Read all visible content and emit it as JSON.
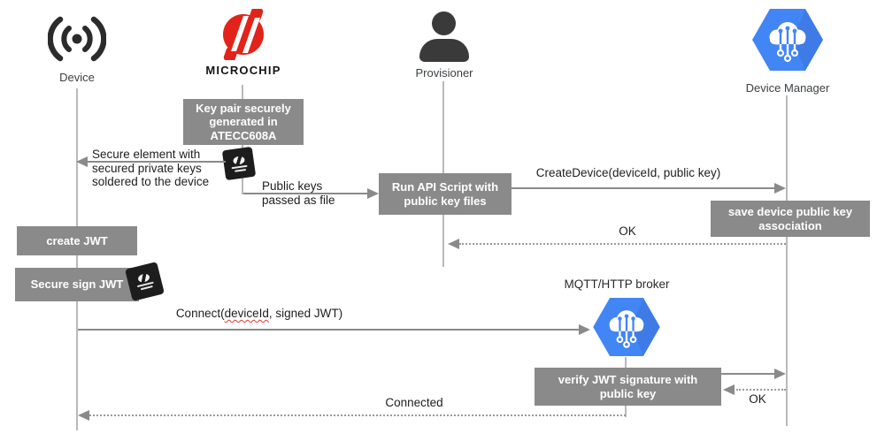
{
  "actors": {
    "device": "Device",
    "microchip": "MICROCHIP",
    "provisioner": "Provisioner",
    "device_manager": "Device Manager",
    "broker": "MQTT/HTTP broker"
  },
  "steps": {
    "key_pair": "Key pair securely\ngenerated in\nATECC608A",
    "run_api": "Run API Script with\npublic key files",
    "save_assoc": "save device public key\nassociation",
    "create_jwt": "create JWT",
    "secure_sign": "Secure sign JWT",
    "verify_jwt": "verify JWT signature with\npublic key"
  },
  "messages": {
    "secure_element": "Secure element with\nsecured private keys\nsoldered to the device",
    "public_keys": "Public keys\npassed as file",
    "create_device": "CreateDevice(deviceId, public key)",
    "ok_save": "OK",
    "connect_prefix": "Connect(",
    "connect_device_id": "deviceId",
    "connect_suffix": ", signed JWT)",
    "ok_verify": "OK",
    "connected": "Connected"
  },
  "colors": {
    "step_box": "#8a8a8a",
    "arrow": "#8a8a8a",
    "lifeline": "#b9b9b9",
    "gcp_blue": "#4285f4",
    "gcp_blue_shade": "#3a6fd8",
    "microchip_red": "#e2231a",
    "chip_black": "#1d1d1d",
    "text": "#1e1e1e"
  }
}
